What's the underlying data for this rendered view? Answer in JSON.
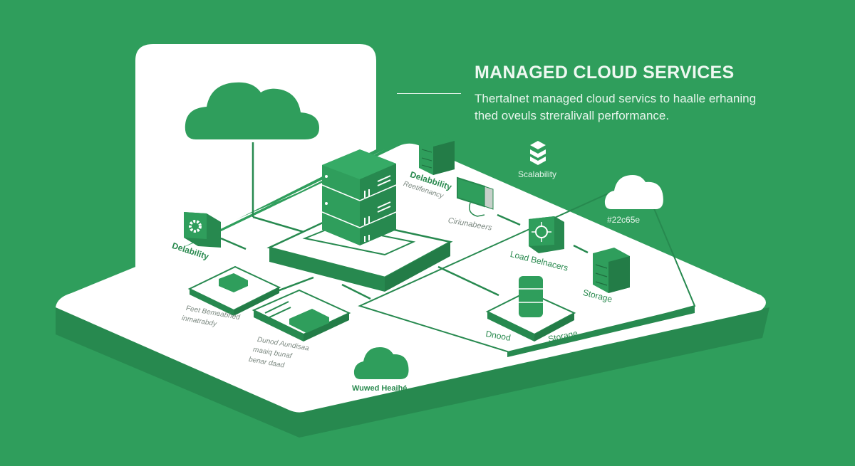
{
  "colors": {
    "background": "#2f9e5c",
    "platform_top": "#ffffff",
    "platform_side": "#27894f",
    "accent": "#2f9e5c",
    "accent_dark": "#237c47",
    "text_light": "#eef8f1"
  },
  "header": {
    "title": "MANAGED CLOUD SERVICES",
    "description": "Thertalnet managed cloud servics to haalle erhaning thed oveuls streralivall performance."
  },
  "nodes": {
    "main_cloud": {
      "icon": "cloud-icon"
    },
    "central_server": {
      "icon": "server-stack-icon"
    },
    "durability_settings": {
      "icon": "gear-icon",
      "label": "Delability"
    },
    "database_rack": {
      "icon": "server-rack-icon",
      "label": "Delabbility",
      "sublabel": "Reetifenancy"
    },
    "monitor": {
      "icon": "monitor-icon",
      "label": "Ciriunabeers"
    },
    "load_balancer": {
      "icon": "load-balancer-icon",
      "label": "Load Belnacers"
    },
    "storage_rack": {
      "icon": "server-rack-icon",
      "label": "Storage"
    },
    "scalability": {
      "icon": "stack-layers-icon",
      "label": "Scalability"
    },
    "color_cloud": {
      "icon": "cloud-icon",
      "label": "#22c65e"
    },
    "device_1": {
      "icon": "device-icon",
      "caption_lines": [
        "Feet Bemeabhed",
        "inmatrabdy"
      ]
    },
    "device_2": {
      "icon": "device-icon",
      "caption_lines": [
        "Dunod Aundisaa",
        "maaiq bunaf",
        "benar daad"
      ]
    },
    "db_cylinder": {
      "icon": "database-icon",
      "label_left": "Dnood",
      "label_right": "Storage"
    },
    "bottom_cloud": {
      "icon": "cloud-icon",
      "label": "Wuwed Heaihé"
    }
  }
}
